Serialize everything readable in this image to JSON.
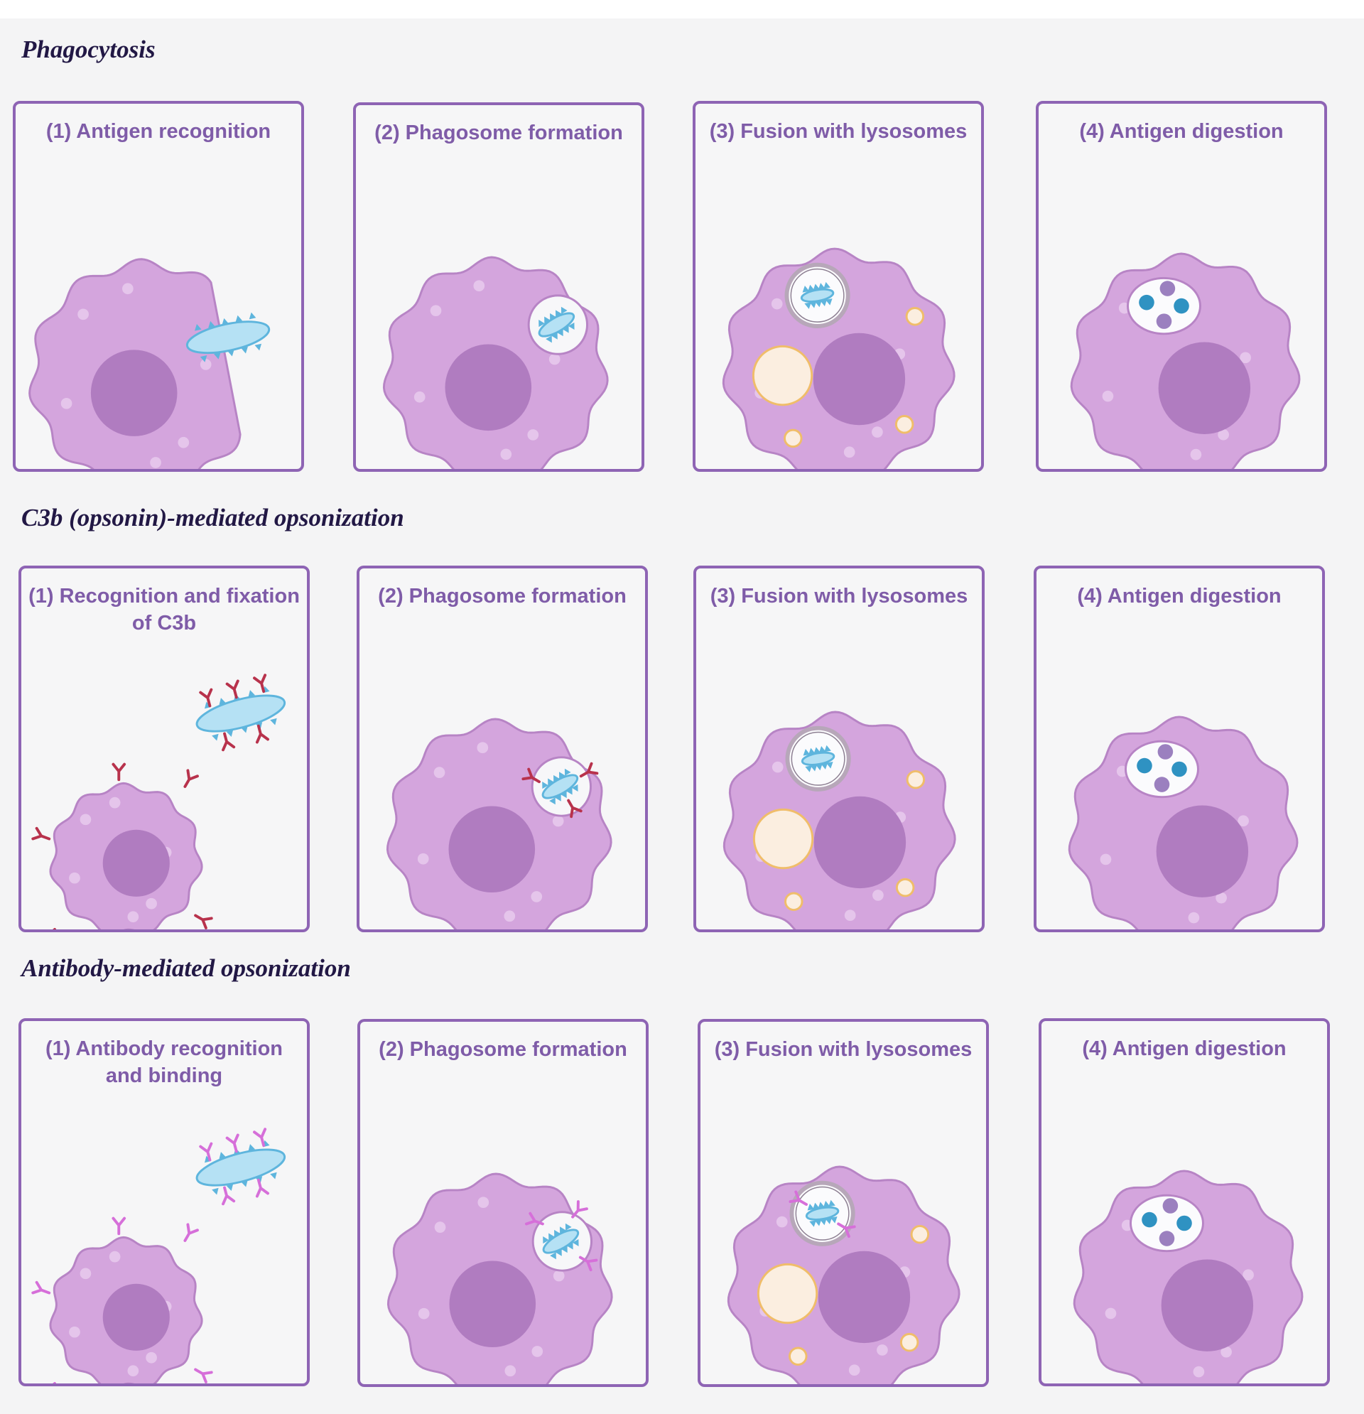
{
  "sections": [
    {
      "title": "Phagocytosis",
      "panels": [
        {
          "label": "(1) Antigen recognition",
          "scene": "recognition"
        },
        {
          "label": "(2) Phagosome formation",
          "scene": "phagosome"
        },
        {
          "label": "(3) Fusion with lysosomes",
          "scene": "fusion"
        },
        {
          "label": "(4) Antigen digestion",
          "scene": "digestion"
        }
      ]
    },
    {
      "title": "C3b (opsonin)-mediated opsonization",
      "panels": [
        {
          "label": "(1) Recognition and fixation of C3b",
          "scene": "c3b-binding"
        },
        {
          "label": "(2) Phagosome formation",
          "scene": "phagosome-c3b"
        },
        {
          "label": "(3) Fusion with lysosomes",
          "scene": "fusion"
        },
        {
          "label": "(4) Antigen digestion",
          "scene": "digestion"
        }
      ]
    },
    {
      "title": "Antibody-mediated opsonization",
      "panels": [
        {
          "label": "(1) Antibody recognition and binding",
          "scene": "antibody-binding"
        },
        {
          "label": "(2) Phagosome formation",
          "scene": "phagosome-antibody"
        },
        {
          "label": "(3) Fusion with lysosomes",
          "scene": "fusion-antibody"
        },
        {
          "label": "(4) Antigen digestion",
          "scene": "digestion"
        }
      ]
    }
  ],
  "colors": {
    "cell": "#d4a5dd",
    "cell_outline": "#b784c5",
    "nucleus": "#b07cc0",
    "antigen": "#b5e1f4",
    "antigen_outline": "#5eb5dd",
    "lysosome_outline": "#f0bd6a",
    "c3b": "#b8324c",
    "antibody": "#d66fd9",
    "fragment_teal": "#2f92c2",
    "fragment_violet": "#9b80bf"
  }
}
